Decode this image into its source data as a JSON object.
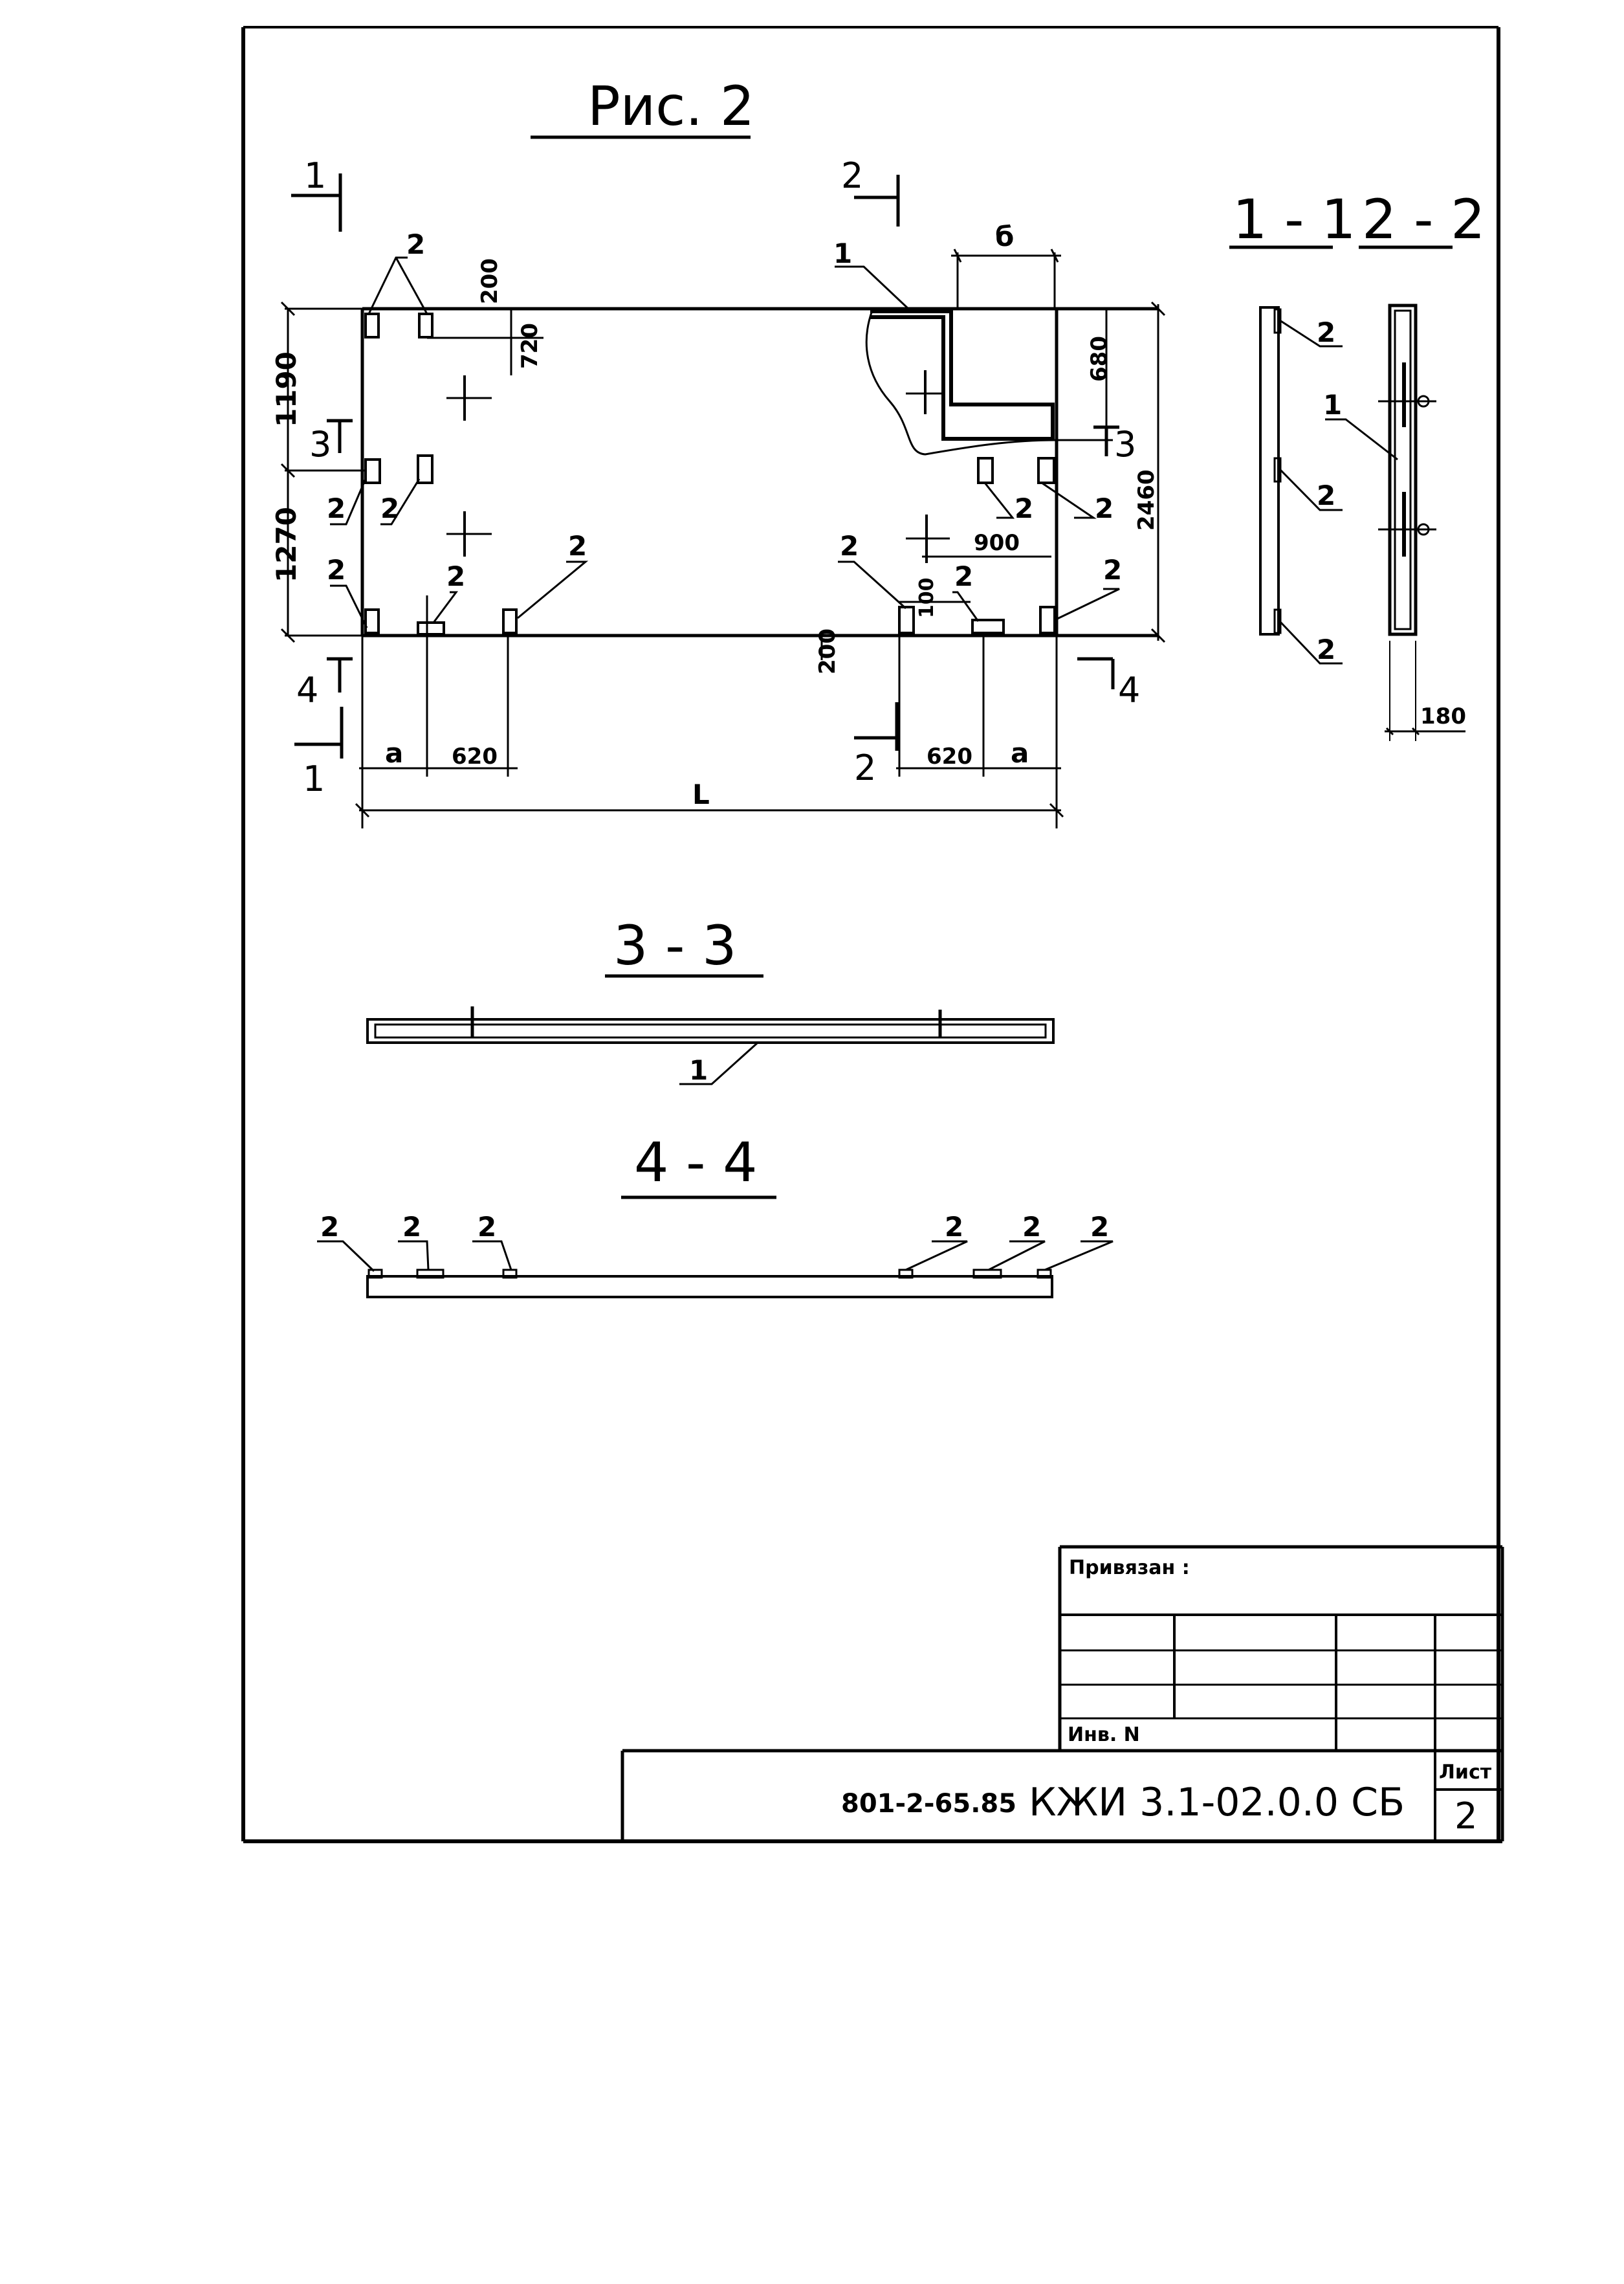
{
  "figure_title": "Рис. 2",
  "sections": {
    "s11": "1 - 1",
    "s22": "2 - 2",
    "s33": "3 - 3",
    "s44": "4 - 4"
  },
  "section_marks": [
    "1",
    "2",
    "3",
    "4"
  ],
  "position_labels": {
    "one": "1",
    "two": "2"
  },
  "dimensions": {
    "d200_top": "200",
    "d720": "720",
    "d680": "680",
    "d1190": "1190",
    "d1270": "1270",
    "d2460": "2460",
    "d900": "900",
    "d100": "100",
    "d200_bottom": "200",
    "d620": "620",
    "a": "a",
    "b": "б",
    "L": "L",
    "d180": "180"
  },
  "title_block": {
    "privyazan": "Привязан :",
    "inv": "Инв. N",
    "code": "801-2-65.85",
    "designation": "КЖИ 3.1-02.0.0 СБ",
    "sheet_label": "Лист",
    "sheet_number": "2"
  }
}
